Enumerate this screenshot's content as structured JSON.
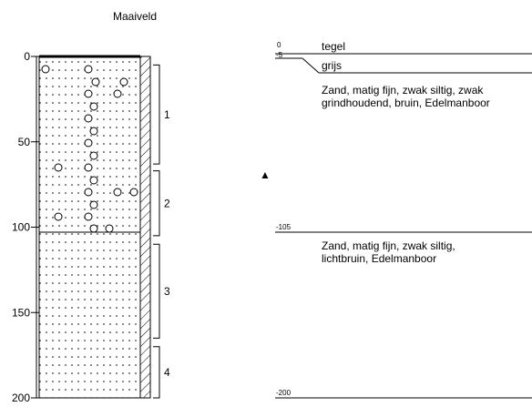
{
  "header": {
    "title": "Maaiveld"
  },
  "axis": {
    "ticks": [
      {
        "value": 0,
        "label": "0"
      },
      {
        "value": 50,
        "label": "50"
      },
      {
        "value": 100,
        "label": "100"
      },
      {
        "value": 150,
        "label": "150"
      },
      {
        "value": 200,
        "label": "200"
      }
    ]
  },
  "samples": [
    {
      "label": "1",
      "from": 5,
      "to": 63
    },
    {
      "label": "2",
      "from": 67,
      "to": 105
    },
    {
      "label": "3",
      "from": 110,
      "to": 165
    },
    {
      "label": "4",
      "from": 170,
      "to": 200
    }
  ],
  "groundwater": {
    "symbol": "▲"
  },
  "depth_marks": [
    {
      "value": 0,
      "label": "0"
    },
    {
      "value": 5,
      "label": "-5"
    },
    {
      "value": 105,
      "label": "-105"
    },
    {
      "value": 200,
      "label": "-200"
    }
  ],
  "layers": [
    {
      "name": "tegel",
      "lines": [
        "tegel"
      ]
    },
    {
      "name": "grijs",
      "lines": [
        "grijs"
      ]
    },
    {
      "name": "zand-grind",
      "lines": [
        "Zand, matig fijn, zwak siltig, zwak",
        "grindhoudend, bruin, Edelmanboor"
      ]
    },
    {
      "name": "zand-licht",
      "lines": [
        "Zand, matig fijn, zwak siltig,",
        "lichtbruin, Edelmanboor"
      ]
    }
  ]
}
